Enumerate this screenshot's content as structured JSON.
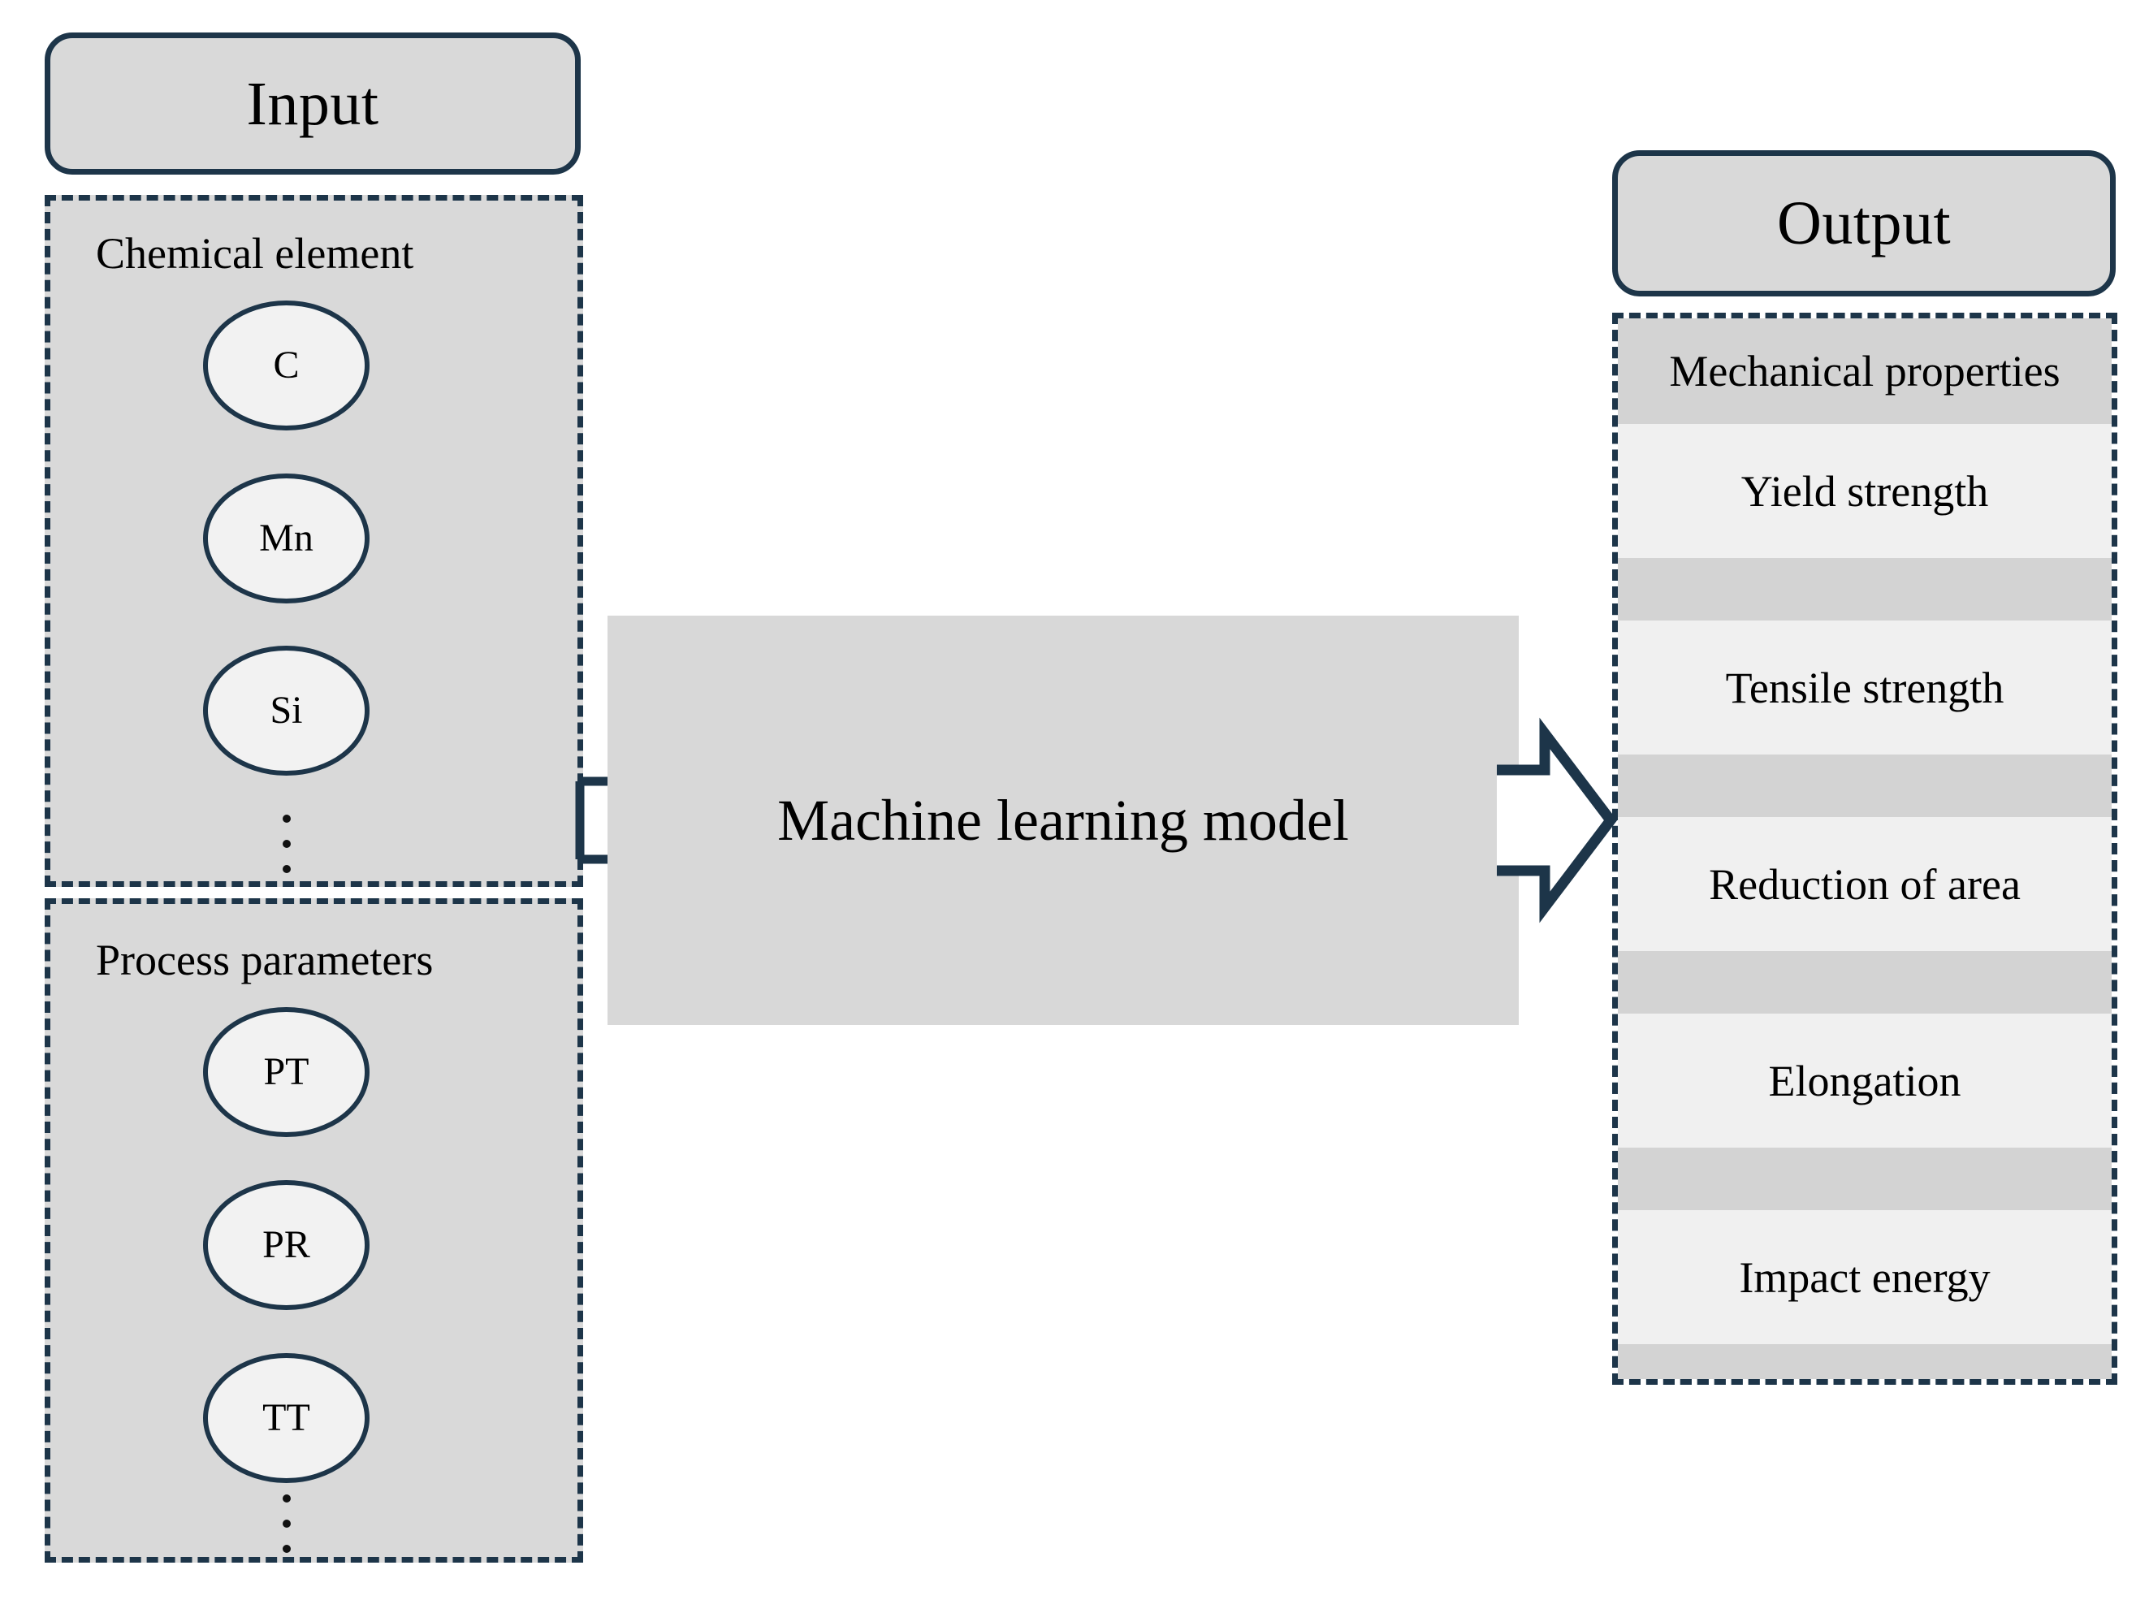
{
  "diagram": {
    "title": "Machine learning model input-output schematic",
    "colors": {
      "panel_fill": "#d9d9d9",
      "border_navy": "#1d3549",
      "node_fill": "#f2f2f2",
      "model_fill": "#d8d8d8",
      "stripe_light": "#f0f0f0",
      "stripe_dark": "#d3d3d3",
      "background": "#ffffff"
    }
  },
  "input": {
    "header_label": "Input",
    "groups": [
      {
        "title": "Chemical element",
        "nodes": [
          "C",
          "Mn",
          "Si"
        ],
        "ellipsis": "vertical-dots"
      },
      {
        "title": "Process parameters",
        "nodes": [
          "PT",
          "PR",
          "TT"
        ],
        "ellipsis": "vertical-dots"
      }
    ]
  },
  "model": {
    "label": "Machine learning model"
  },
  "output": {
    "header_label": "Output",
    "section_label": "Mechanical properties",
    "properties": [
      "Yield strength",
      "Tensile strength",
      "Reduction of area",
      "Elongation",
      "Impact energy"
    ]
  },
  "connectors": {
    "input_to_model": "bracket-connector",
    "model_to_output": "block-arrow-right"
  }
}
